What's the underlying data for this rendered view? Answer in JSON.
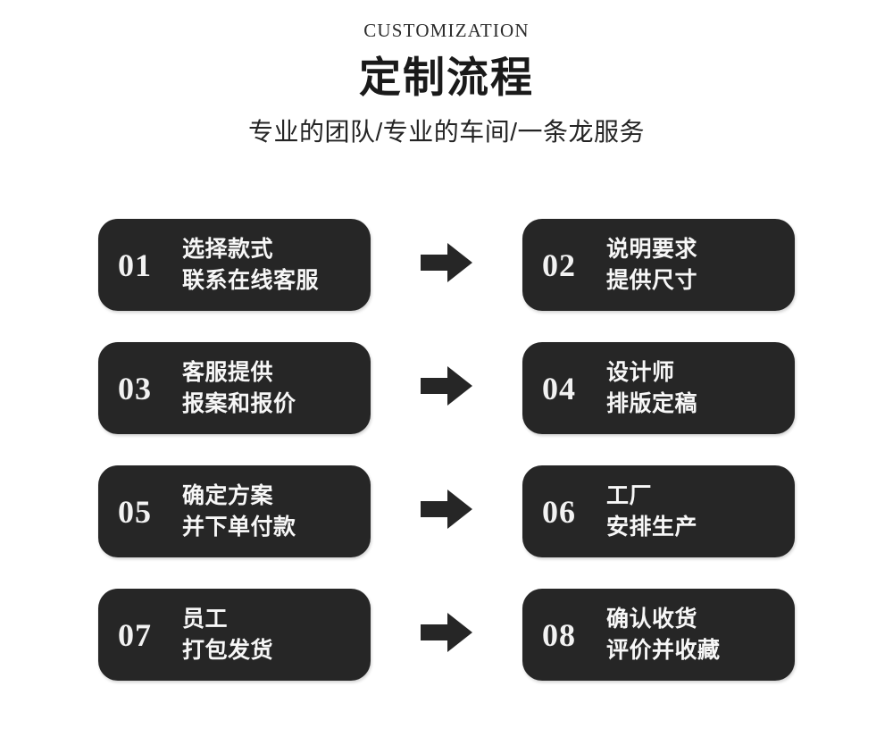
{
  "header": {
    "eyebrow": "CUSTOMIZATION",
    "title": "定制流程",
    "subtitle": "专业的团队/专业的车间/一条龙服务"
  },
  "theme": {
    "background": "#ffffff",
    "card_bg": "#262626",
    "card_text": "#f7f7f7",
    "arrow_color": "#262626",
    "title_color": "#1a1a1a"
  },
  "arrow": {
    "icon": "arrow-right-icon"
  },
  "steps": [
    {
      "number": "01",
      "line1": "选择款式",
      "line2": "联系在线客服"
    },
    {
      "number": "02",
      "line1": "说明要求",
      "line2": "提供尺寸"
    },
    {
      "number": "03",
      "line1": "客服提供",
      "line2": "报案和报价"
    },
    {
      "number": "04",
      "line1": "设计师",
      "line2": "排版定稿"
    },
    {
      "number": "05",
      "line1": "确定方案",
      "line2": "并下单付款"
    },
    {
      "number": "06",
      "line1": "工厂",
      "line2": "安排生产"
    },
    {
      "number": "07",
      "line1": "员工",
      "line2": "打包发货"
    },
    {
      "number": "08",
      "line1": "确认收货",
      "line2": "评价并收藏"
    }
  ]
}
